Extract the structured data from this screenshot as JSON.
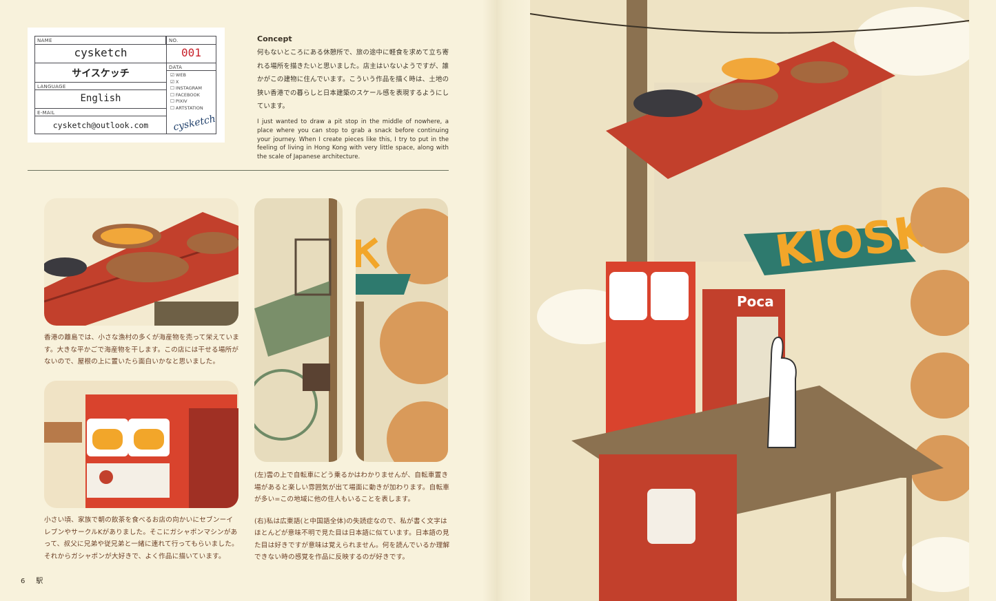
{
  "card": {
    "name_label": "NAME",
    "name": "cysketch",
    "name_kana": "サイスケッチ",
    "no_label": "NO.",
    "no": "001",
    "data_label": "DATA",
    "data_items": [
      {
        "label": "WEB",
        "checked": true
      },
      {
        "label": "X",
        "checked": true
      },
      {
        "label": "INSTAGRAM",
        "checked": false
      },
      {
        "label": "FACEBOOK",
        "checked": false
      },
      {
        "label": "PIXIV",
        "checked": false
      },
      {
        "label": "ARTSTATION",
        "checked": false
      }
    ],
    "language_label": "LANGUAGE",
    "language": "English",
    "email_label": "E-MAIL",
    "email": "cysketch@outlook.com",
    "signature": "cysketch",
    "no_color": "#c8202a"
  },
  "concept": {
    "heading": "Concept",
    "jp": "何もないところにある休憩所で、旅の途中に軽食を求めて立ち寄れる場所を描きたいと思いました。店主はいないようですが、誰かがこの建物に住んでいます。こういう作品を描く時は、土地の狭い香港での暮らしと日本建築のスケール感を表現するようにしています。",
    "en": "I just wanted to draw a pit stop in the middle of nowhere, a place where you can stop to grab a snack before continuing your journey. When I create pieces like this, I try to put in the feeling of living in Hong Kong with very little space, along with the scale of Japanese architecture."
  },
  "captions": {
    "roof": "香港の離島では、小さな漁村の多くが海産物を売って栄えています。大きな平かごで海産物を干します。この店には干せる場所がないので、屋根の上に置いたら面白いかなと思いました。",
    "capsule": "小さい頃、家族で朝の飲茶を食べるお店の向かいにセブンーイレブンやサークルKがありました。そこにガシャポンマシンがあって、叔父に兄弟や従兄弟と一緒に連れて行ってもらいました。それからガシャポンが大好きで、よく作品に描いています。",
    "left": "(左)雲の上で自転車にどう乗るかはわかりませんが、自転車置き場があると楽しい雰囲気が出て場面に動きが加わります。自転車が多い=この地域に他の住人もいることを表します。",
    "right": "(右)私は広東語(と中国語全体)の失読症なので、私が書く文字はほとんどが意味不明で見た目は日本語に似ています。日本語の見た目は好きですが意味は覚えられません。何を読んでいるか理解できない時の感覚を作品に反映するのが好きです。"
  },
  "artwork": {
    "sign": "KIOSK",
    "vending_label": "Poca"
  },
  "footer": {
    "page_number": "6",
    "section": "駅"
  },
  "colors": {
    "page": "#f8f2dc",
    "caption": "#6a3d24",
    "roof_red": "#c2402c",
    "awning": "#2e7a6e",
    "sign_orange": "#f2a62a"
  }
}
